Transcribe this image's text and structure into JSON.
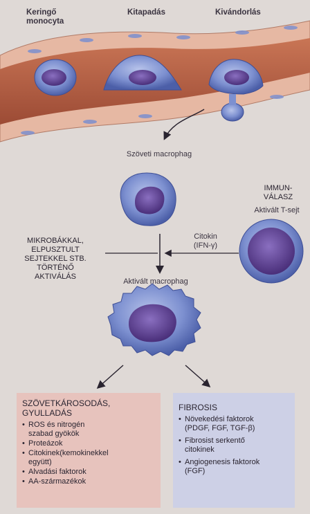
{
  "stages": {
    "circulating": "Keringő\nmonocyta",
    "adhesion": "Kitapadás",
    "migration": "Kivándorlás"
  },
  "tissue_macrophage": "Szöveti macrophag",
  "immune": {
    "title": "IMMUN-\nVÁLASZ",
    "tcell": "Aktivált T-sejt"
  },
  "cytokine": "Citokin\n(IFN-γ)",
  "microbe_activation": "MIKROBÁKKAL,\nELPUSZTULT\nSEJTEKKEL STB.\nTÖRTÉNŐ\nAKTIVÁLÁS",
  "activated_macrophage": "Aktivált macrophag",
  "damage": {
    "title": "SZÖVETKÁROSODÁS,\nGYULLADÁS",
    "items": [
      "ROS és nitrogén\nszabad gyökök",
      "Proteázok",
      "Citokinek(kemokinekkel\negyütt)",
      "Alvadási faktorok",
      "AA-származékok"
    ]
  },
  "fibrosis": {
    "title": "FIBROSIS",
    "items": [
      "Növekedési faktorok\n(PDGF, FGF, TGF-β)",
      "Fibrosist serkentő\ncitokinek",
      "Angiogenesis faktorok\n(FGF)"
    ]
  },
  "colors": {
    "vessel_wall": "#e9b9a4",
    "vessel_lumen": "#b9654a",
    "cell_body": "#6f86c9",
    "nucleus": "#5a3f8e",
    "damage_box": "#e7c3bd",
    "fibrosis_box": "#cdd0e6"
  }
}
